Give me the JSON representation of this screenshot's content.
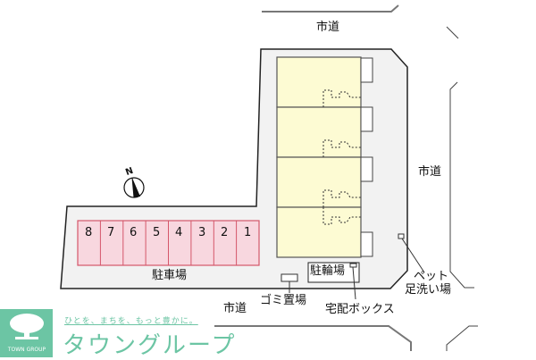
{
  "roads": {
    "north_label": "市道",
    "east_label": "市道",
    "south_label": "市道"
  },
  "compass": {
    "label": "N"
  },
  "parking": {
    "label": "駐車場",
    "slots": [
      "8",
      "7",
      "6",
      "5",
      "4",
      "3",
      "2",
      "1"
    ],
    "color": "#f8d7df",
    "border": "#d4566a"
  },
  "building": {
    "units": 4,
    "color": "#fdfbd3"
  },
  "facilities": {
    "bicycle_parking": "駐輪場",
    "garbage": "ゴミ置場",
    "delivery_box": "宅配ボックス",
    "pet_wash_line1": "ペット",
    "pet_wash_line2": "足洗い場"
  },
  "logo": {
    "company": "TOWN GROUP",
    "tagline": "ひとを、まちを、もっと豊かに。",
    "brand_name": "タウングループ",
    "color": "#6cc5a4"
  },
  "colors": {
    "lot_fill": "#f2f2f2",
    "outline": "#222222"
  }
}
